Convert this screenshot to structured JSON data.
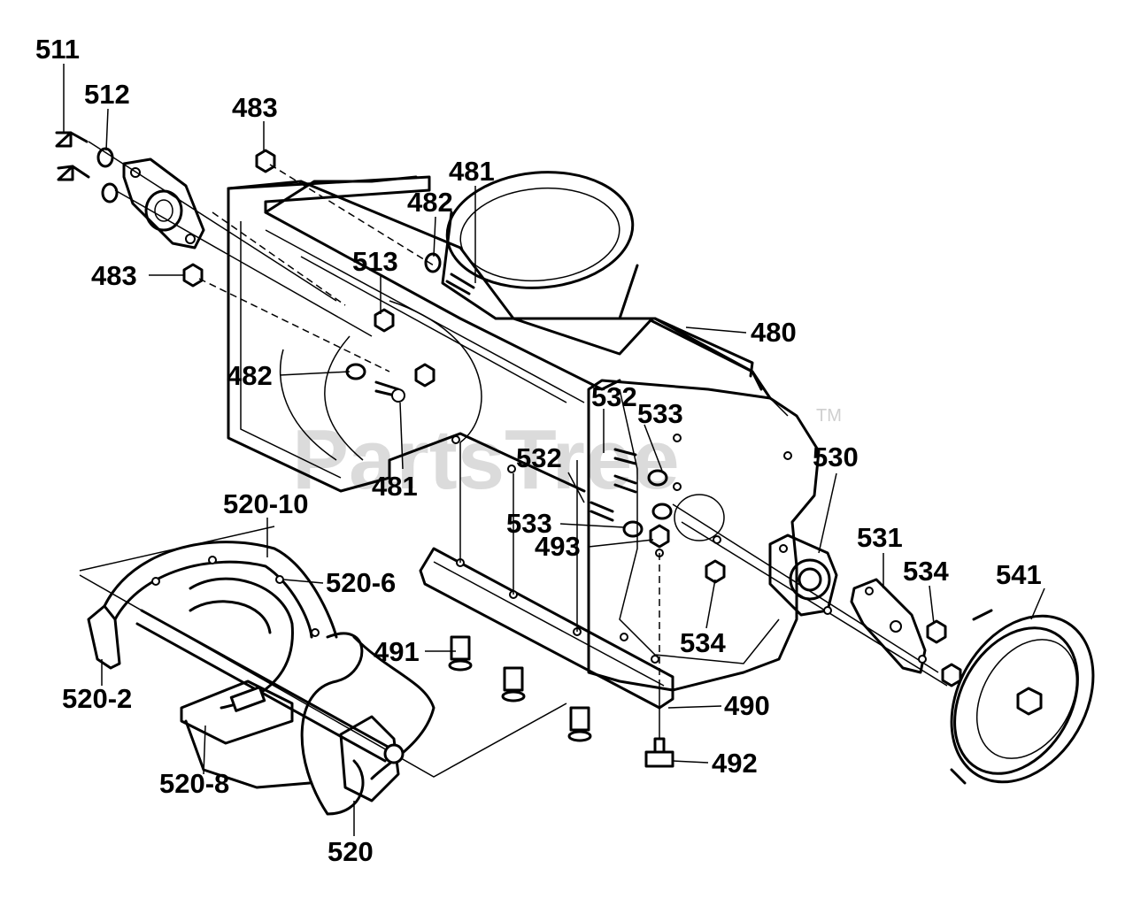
{
  "diagram": {
    "watermark": "PartsTree",
    "trademark": "TM",
    "parts": [
      {
        "id": "p511",
        "label": "511"
      },
      {
        "id": "p512",
        "label": "512"
      },
      {
        "id": "p483a",
        "label": "483"
      },
      {
        "id": "p483b",
        "label": "483"
      },
      {
        "id": "p481a",
        "label": "481"
      },
      {
        "id": "p482a",
        "label": "482"
      },
      {
        "id": "p513",
        "label": "513"
      },
      {
        "id": "p480",
        "label": "480"
      },
      {
        "id": "p482b",
        "label": "482"
      },
      {
        "id": "p481b",
        "label": "481"
      },
      {
        "id": "p532a",
        "label": "532"
      },
      {
        "id": "p533a",
        "label": "533"
      },
      {
        "id": "p532b",
        "label": "532"
      },
      {
        "id": "p530",
        "label": "530"
      },
      {
        "id": "p533b",
        "label": "533"
      },
      {
        "id": "p493",
        "label": "493"
      },
      {
        "id": "p531",
        "label": "531"
      },
      {
        "id": "p534a",
        "label": "534"
      },
      {
        "id": "p541",
        "label": "541"
      },
      {
        "id": "p534b",
        "label": "534"
      },
      {
        "id": "p520_10",
        "label": "520-10"
      },
      {
        "id": "p520_6",
        "label": "520-6"
      },
      {
        "id": "p491",
        "label": "491"
      },
      {
        "id": "p520_2",
        "label": "520-2"
      },
      {
        "id": "p490",
        "label": "490"
      },
      {
        "id": "p520_8",
        "label": "520-8"
      },
      {
        "id": "p492",
        "label": "492"
      },
      {
        "id": "p520",
        "label": "520"
      }
    ]
  }
}
